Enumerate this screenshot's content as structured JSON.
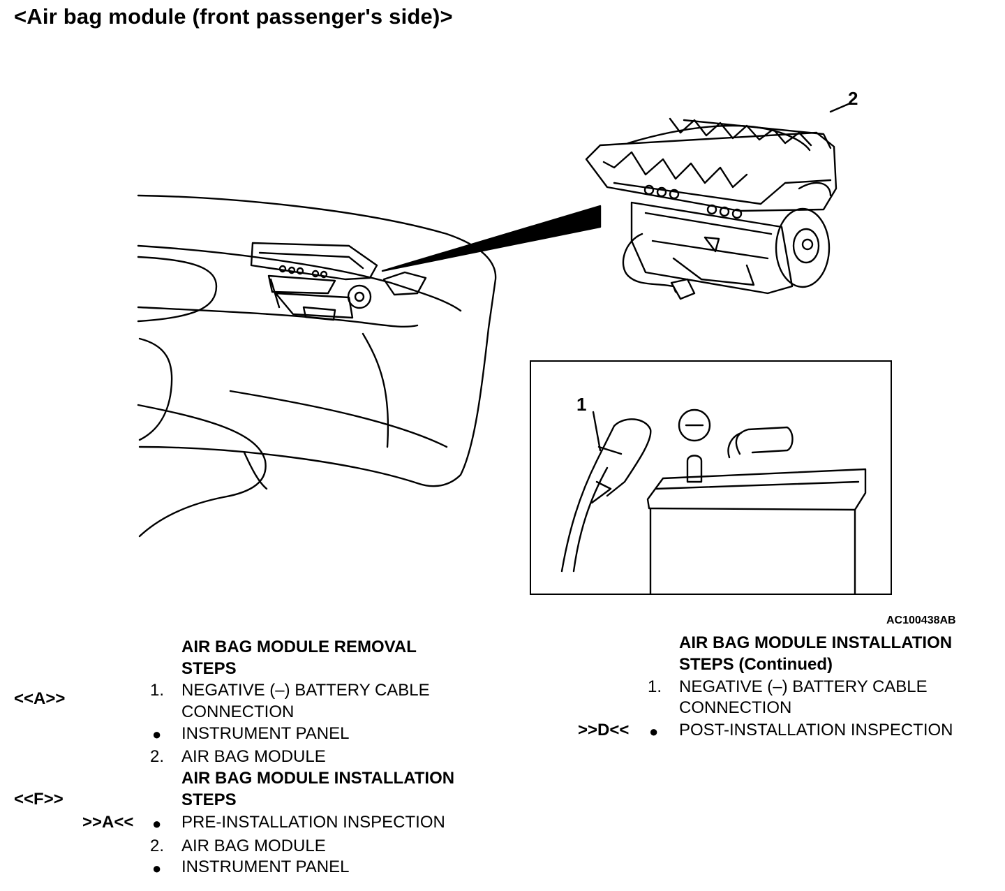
{
  "title": "<Air bag module (front passenger's side)>",
  "callouts": {
    "c1": "1",
    "c2": "2"
  },
  "figure_code": "AC100438AB",
  "left_column": {
    "removal_heading": [
      "AIR BAG MODULE REMOVAL",
      "STEPS"
    ],
    "removal_items": [
      {
        "tag": "<<A>>",
        "num": "1.",
        "lines": [
          "NEGATIVE (–) BATTERY CABLE",
          "CONNECTION"
        ]
      },
      {
        "tag": "",
        "num": "●",
        "lines": [
          "INSTRUMENT PANEL"
        ]
      },
      {
        "tag": "",
        "num": "2.",
        "lines": [
          "AIR BAG MODULE"
        ]
      }
    ],
    "installation_heading": [
      "AIR BAG MODULE INSTALLATION",
      "STEPS"
    ],
    "installation_tag": "<<F>>",
    "installation_items": [
      {
        "tag": ">>A<<",
        "num": "●",
        "lines": [
          "PRE-INSTALLATION INSPECTION"
        ]
      },
      {
        "tag": "",
        "num": "2.",
        "lines": [
          "AIR BAG MODULE"
        ]
      },
      {
        "tag": "",
        "num": "●",
        "lines": [
          "INSTRUMENT PANEL"
        ]
      }
    ]
  },
  "right_column": {
    "heading": [
      "AIR BAG MODULE INSTALLATION",
      "STEPS (Continued)"
    ],
    "items": [
      {
        "tag": "",
        "num": "1.",
        "lines": [
          "NEGATIVE (–) BATTERY CABLE",
          "CONNECTION"
        ]
      },
      {
        "tag": ">>D<<",
        "num": "●",
        "lines": [
          "POST-INSTALLATION INSPECTION"
        ]
      }
    ]
  }
}
